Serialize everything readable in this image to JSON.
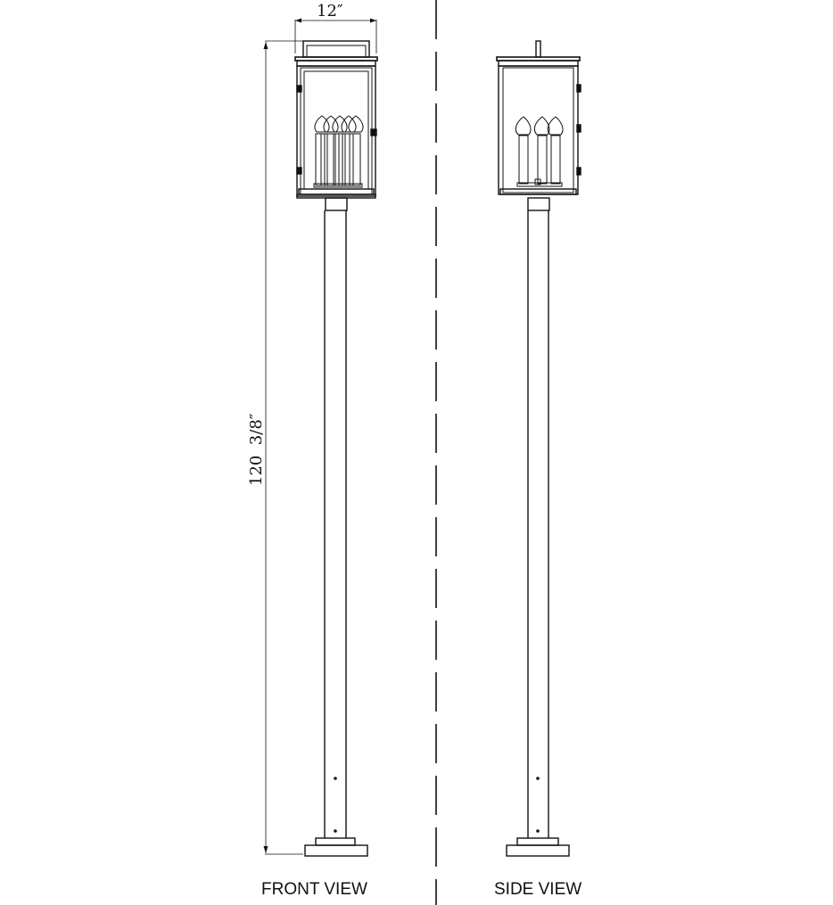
{
  "dimensions": {
    "width_label": "12″",
    "height_label": "120  3/8″"
  },
  "views": {
    "front": {
      "label": "FRONT VIEW",
      "candles": 4
    },
    "side": {
      "label": "SIDE VIEW",
      "candles": 3
    }
  },
  "colors": {
    "line": "#111111",
    "background": "#ffffff"
  }
}
